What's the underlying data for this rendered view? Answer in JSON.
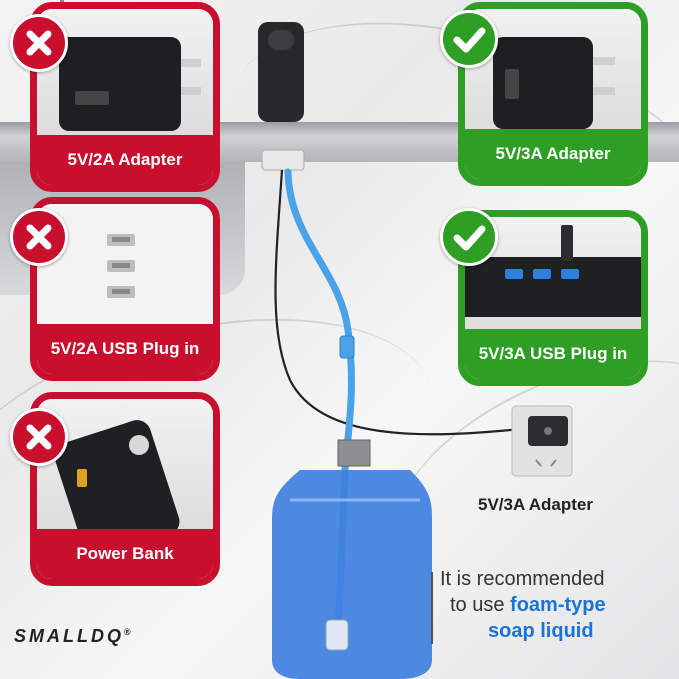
{
  "cards": [
    {
      "id": "bad-adapter",
      "label": "5V/2A Adapter",
      "status": "bad",
      "icon": "wall-adapter-icon"
    },
    {
      "id": "bad-usb",
      "label": "5V/2A USB Plug in",
      "status": "bad",
      "icon": "usb-outlet-icon"
    },
    {
      "id": "bad-powerbank",
      "label": "Power Bank",
      "status": "bad",
      "icon": "power-bank-icon"
    },
    {
      "id": "good-adapter",
      "label": "5V/3A Adapter",
      "status": "good",
      "icon": "wall-adapter-icon"
    },
    {
      "id": "good-usb",
      "label": "5V/3A USB Plug in",
      "status": "good",
      "icon": "power-strip-icon"
    }
  ],
  "outlet_label": "5V/3A Adapter",
  "note": {
    "line1": "It is recommended",
    "line2_prefix": "to use ",
    "line2_highlight": "foam-type",
    "line3": "soap liquid"
  },
  "brand": "SMALLDQ",
  "brand_mark": "®",
  "colors": {
    "bad": "#c8102e",
    "good": "#2e9e24",
    "highlight": "#1a73d9",
    "tube": "#4aa3e8"
  }
}
